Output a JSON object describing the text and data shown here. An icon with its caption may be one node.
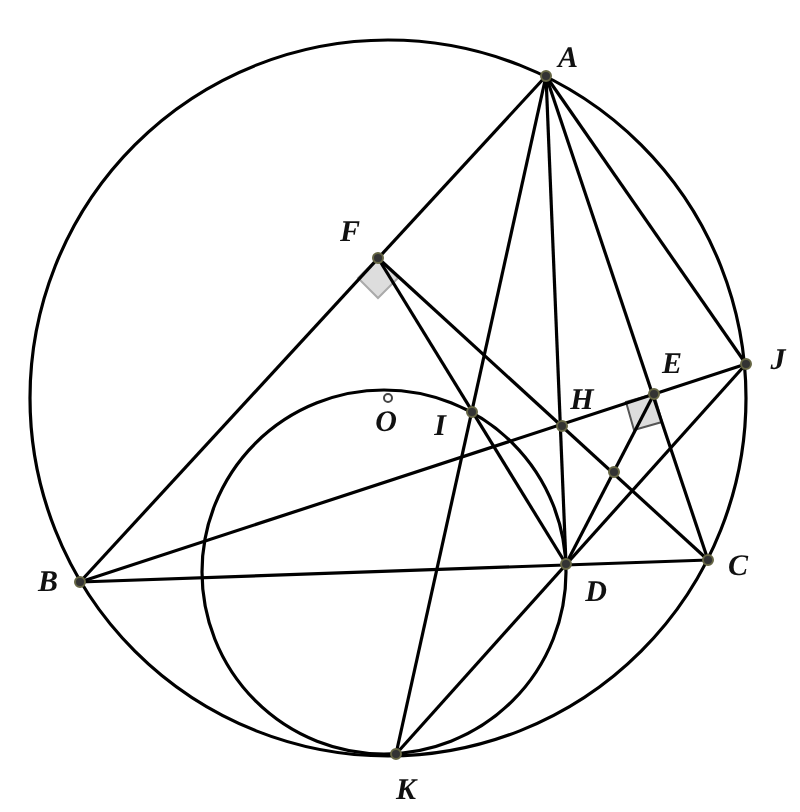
{
  "diagram": {
    "labels": [
      "A",
      "F",
      "O",
      "I",
      "H",
      "E",
      "J",
      "B",
      "D",
      "C",
      "K"
    ]
  }
}
